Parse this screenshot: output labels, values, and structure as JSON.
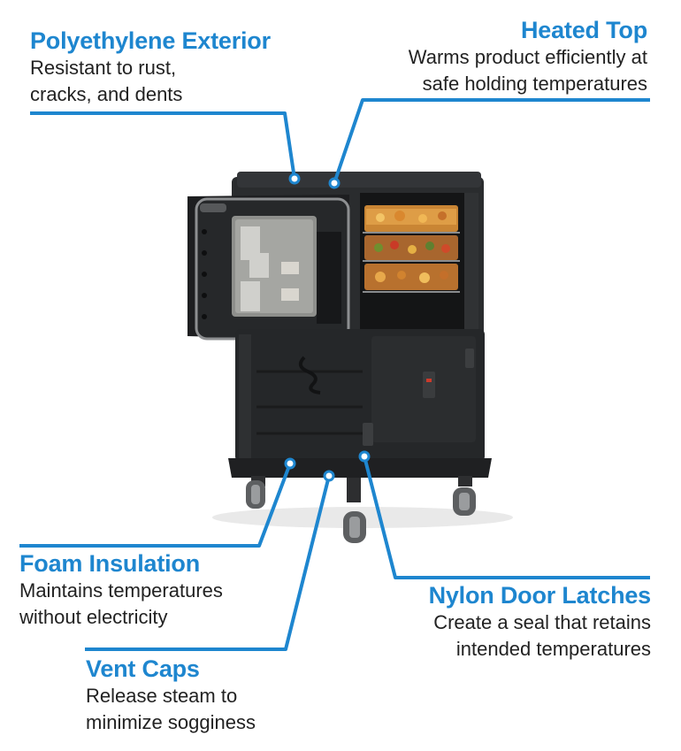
{
  "colors": {
    "accent": "#1e86cf",
    "text": "#222222",
    "cabinet": "#222426"
  },
  "callouts": {
    "polyethylene": {
      "title": "Polyethylene Exterior",
      "desc_line1": "Resistant to rust,",
      "desc_line2": "cracks, and dents"
    },
    "heated_top": {
      "title": "Heated Top",
      "desc_line1": "Warms product efficiently at",
      "desc_line2": "safe holding temperatures"
    },
    "foam": {
      "title": "Foam Insulation",
      "desc_line1": "Maintains temperatures",
      "desc_line2": "without electricity"
    },
    "vent": {
      "title": "Vent Caps",
      "desc_line1": "Release steam to",
      "desc_line2": "minimize sogginess"
    },
    "nylon": {
      "title": "Nylon Door Latches",
      "desc_line1": "Create a seal that retains",
      "desc_line2": "intended temperatures"
    }
  }
}
